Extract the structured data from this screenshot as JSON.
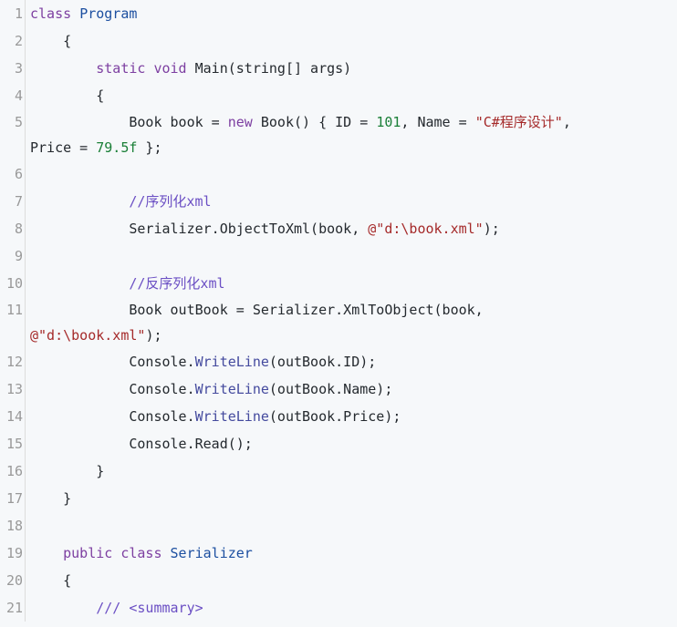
{
  "code_block": {
    "lines": [
      {
        "num": "1",
        "tokens": [
          {
            "t": "class ",
            "c": "kw"
          },
          {
            "t": "Program",
            "c": "cls"
          }
        ]
      },
      {
        "num": "2",
        "tokens": [
          {
            "t": "    {",
            "c": "pln"
          }
        ]
      },
      {
        "num": "3",
        "tokens": [
          {
            "t": "        ",
            "c": "pln"
          },
          {
            "t": "static",
            "c": "kw"
          },
          {
            "t": " ",
            "c": "pln"
          },
          {
            "t": "void",
            "c": "kw"
          },
          {
            "t": " Main(string[] args)",
            "c": "pln"
          }
        ]
      },
      {
        "num": "4",
        "tokens": [
          {
            "t": "        {",
            "c": "pln"
          }
        ]
      },
      {
        "num": "5",
        "tokens": [
          {
            "t": "            Book book = ",
            "c": "pln"
          },
          {
            "t": "new",
            "c": "kw"
          },
          {
            "t": " Book() { ID = ",
            "c": "pln"
          },
          {
            "t": "101",
            "c": "num"
          },
          {
            "t": ", Name = ",
            "c": "pln"
          },
          {
            "t": "\"C#程序设计\"",
            "c": "str"
          },
          {
            "t": ",",
            "c": "pln"
          }
        ],
        "wrap": [
          {
            "t": "Price = ",
            "c": "pln"
          },
          {
            "t": "79.5f",
            "c": "num"
          },
          {
            "t": " };",
            "c": "pln"
          }
        ]
      },
      {
        "num": "6",
        "tokens": []
      },
      {
        "num": "7",
        "tokens": [
          {
            "t": "            ",
            "c": "pln"
          },
          {
            "t": "//序列化xml",
            "c": "cmt"
          }
        ]
      },
      {
        "num": "8",
        "tokens": [
          {
            "t": "            Serializer.ObjectToXml(book, ",
            "c": "pln"
          },
          {
            "t": "@\"d:\\book.xml\"",
            "c": "str"
          },
          {
            "t": ");",
            "c": "pln"
          }
        ]
      },
      {
        "num": "9",
        "tokens": []
      },
      {
        "num": "10",
        "tokens": [
          {
            "t": "            ",
            "c": "pln"
          },
          {
            "t": "//反序列化xml",
            "c": "cmt"
          }
        ]
      },
      {
        "num": "11",
        "tokens": [
          {
            "t": "            Book outBook = Serializer.XmlToObject(book,",
            "c": "pln"
          }
        ],
        "wrap": [
          {
            "t": "@\"d:\\book.xml\"",
            "c": "str"
          },
          {
            "t": ");",
            "c": "pln"
          }
        ]
      },
      {
        "num": "12",
        "tokens": [
          {
            "t": "            Console.",
            "c": "pln"
          },
          {
            "t": "WriteLine",
            "c": "mth"
          },
          {
            "t": "(outBook.ID);",
            "c": "pln"
          }
        ]
      },
      {
        "num": "13",
        "tokens": [
          {
            "t": "            Console.",
            "c": "pln"
          },
          {
            "t": "WriteLine",
            "c": "mth"
          },
          {
            "t": "(outBook.Name);",
            "c": "pln"
          }
        ]
      },
      {
        "num": "14",
        "tokens": [
          {
            "t": "            Console.",
            "c": "pln"
          },
          {
            "t": "WriteLine",
            "c": "mth"
          },
          {
            "t": "(outBook.Price);",
            "c": "pln"
          }
        ]
      },
      {
        "num": "15",
        "tokens": [
          {
            "t": "            Console.Read();",
            "c": "pln"
          }
        ]
      },
      {
        "num": "16",
        "tokens": [
          {
            "t": "        }",
            "c": "pln"
          }
        ]
      },
      {
        "num": "17",
        "tokens": [
          {
            "t": "    }",
            "c": "pln"
          }
        ]
      },
      {
        "num": "18",
        "tokens": []
      },
      {
        "num": "19",
        "tokens": [
          {
            "t": "    ",
            "c": "pln"
          },
          {
            "t": "public",
            "c": "kw"
          },
          {
            "t": " ",
            "c": "pln"
          },
          {
            "t": "class",
            "c": "kw"
          },
          {
            "t": " ",
            "c": "pln"
          },
          {
            "t": "Serializer",
            "c": "cls"
          }
        ]
      },
      {
        "num": "20",
        "tokens": [
          {
            "t": "    {",
            "c": "pln"
          }
        ]
      },
      {
        "num": "21",
        "tokens": [
          {
            "t": "        ",
            "c": "pln"
          },
          {
            "t": "/// <summary>",
            "c": "cmt"
          }
        ]
      }
    ]
  },
  "colors": {
    "background": "#f6f8fa",
    "keyword": "#7d3fa1",
    "class_name": "#1c4fa0",
    "string": "#a52a2a",
    "number": "#1a7f37",
    "comment": "#6b4fc4",
    "line_number": "#999999"
  }
}
